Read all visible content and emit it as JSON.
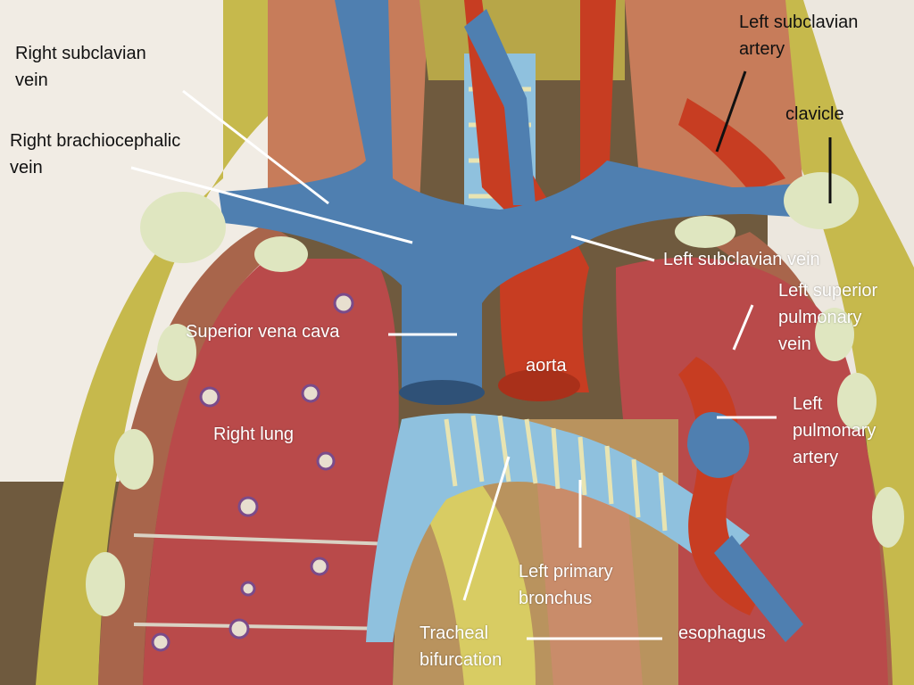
{
  "image": {
    "subject": "anatomical model of thoracic vessels, lungs and airway",
    "colors": {
      "vein": "#4f7fb0",
      "artery": "#c73d22",
      "lung": "#b94a4a",
      "trachea": "#8fc1de",
      "bone": "#dfe6c0",
      "muscle": "#b86a4a",
      "fat": "#c6b94c",
      "background_card": "#f1ece4"
    }
  },
  "labels": {
    "left_subclavian_artery": "Left subclavian\nartery",
    "right_subclavian_vein": "Right subclavian\nvein",
    "clavicle": "clavicle",
    "right_brachiocephalic_vein": "Right brachiocephalic\nvein",
    "left_subclavian_vein": "Left subclavian vein",
    "left_superior_pulmonary_vein": "Left superior\npulmonary\nvein",
    "superior_vena_cava": "Superior vena cava",
    "aorta": "aorta",
    "left_pulmonary_artery": "Left\npulmonary\nartery",
    "right_lung": "Right lung",
    "left_primary_bronchus": "Left primary\nbronchus",
    "tracheal_bifurcation": "Tracheal\nbifurcation",
    "esophagus": "esophagus"
  }
}
